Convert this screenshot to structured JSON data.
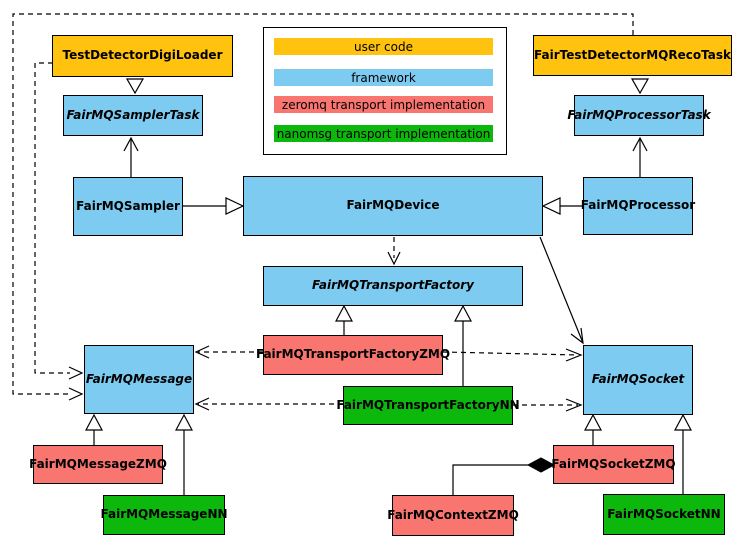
{
  "legend": {
    "items": [
      {
        "label": "user code",
        "color": "#FFC20E"
      },
      {
        "label": "framework",
        "color": "#7DCBF1"
      },
      {
        "label": "zeromq transport implementation",
        "color": "#F97570"
      },
      {
        "label": "nanomsg transport implementation",
        "color": "#0DB80D"
      }
    ]
  },
  "colors": {
    "user_code": "#FFC20E",
    "framework": "#7DCBF1",
    "zeromq": "#F97570",
    "nanomsg": "#0DB80D",
    "border": "#000000",
    "background": "#FFFFFF"
  },
  "nodes": {
    "testDetectorDigiLoader": {
      "label": "TestDetectorDigiLoader",
      "category": "user code"
    },
    "fairTestDetectorMQRecoTask": {
      "label": "FairTestDetectorMQRecoTask",
      "category": "user code"
    },
    "fairMQSamplerTask": {
      "label": "FairMQSamplerTask",
      "category": "framework",
      "abstract": true
    },
    "fairMQProcessorTask": {
      "label": "FairMQProcessorTask",
      "category": "framework",
      "abstract": true
    },
    "fairMQSampler": {
      "label": "FairMQSampler",
      "category": "framework"
    },
    "fairMQDevice": {
      "label": "FairMQDevice",
      "category": "framework"
    },
    "fairMQProcessor": {
      "label": "FairMQProcessor",
      "category": "framework"
    },
    "fairMQTransportFactory": {
      "label": "FairMQTransportFactory",
      "category": "framework",
      "abstract": true
    },
    "fairMQTransportFactoryZMQ": {
      "label": "FairMQTransportFactoryZMQ",
      "category": "zeromq"
    },
    "fairMQTransportFactoryNN": {
      "label": "FairMQTransportFactoryNN",
      "category": "nanomsg"
    },
    "fairMQMessage": {
      "label": "FairMQMessage",
      "category": "framework",
      "abstract": true
    },
    "fairMQSocket": {
      "label": "FairMQSocket",
      "category": "framework",
      "abstract": true
    },
    "fairMQMessageZMQ": {
      "label": "FairMQMessageZMQ",
      "category": "zeromq"
    },
    "fairMQMessageNN": {
      "label": "FairMQMessageNN",
      "category": "nanomsg"
    },
    "fairMQContextZMQ": {
      "label": "FairMQContextZMQ",
      "category": "zeromq"
    },
    "fairMQSocketZMQ": {
      "label": "FairMQSocketZMQ",
      "category": "zeromq"
    },
    "fairMQSocketNN": {
      "label": "FairMQSocketNN",
      "category": "nanomsg"
    }
  },
  "edges": [
    {
      "from": "TestDetectorDigiLoader",
      "to": "FairMQSamplerTask",
      "type": "inheritance"
    },
    {
      "from": "FairTestDetectorMQRecoTask",
      "to": "FairMQProcessorTask",
      "type": "inheritance"
    },
    {
      "from": "FairMQSampler",
      "to": "FairMQDevice",
      "type": "inheritance"
    },
    {
      "from": "FairMQProcessor",
      "to": "FairMQDevice",
      "type": "inheritance"
    },
    {
      "from": "FairMQSampler",
      "to": "FairMQSamplerTask",
      "type": "association"
    },
    {
      "from": "FairMQProcessor",
      "to": "FairMQProcessorTask",
      "type": "association"
    },
    {
      "from": "FairMQDevice",
      "to": "FairMQTransportFactory",
      "type": "dependency"
    },
    {
      "from": "FairMQDevice",
      "to": "FairMQSocket",
      "type": "association"
    },
    {
      "from": "FairMQTransportFactoryZMQ",
      "to": "FairMQTransportFactory",
      "type": "inheritance"
    },
    {
      "from": "FairMQTransportFactoryNN",
      "to": "FairMQTransportFactory",
      "type": "inheritance"
    },
    {
      "from": "FairMQTransportFactoryZMQ",
      "to": "FairMQMessage",
      "type": "dependency"
    },
    {
      "from": "FairMQTransportFactoryZMQ",
      "to": "FairMQSocket",
      "type": "dependency"
    },
    {
      "from": "FairMQTransportFactoryNN",
      "to": "FairMQMessage",
      "type": "dependency"
    },
    {
      "from": "FairMQTransportFactoryNN",
      "to": "FairMQSocket",
      "type": "dependency"
    },
    {
      "from": "TestDetectorDigiLoader",
      "to": "FairMQMessage",
      "type": "dependency"
    },
    {
      "from": "FairTestDetectorMQRecoTask",
      "to": "FairMQMessage",
      "type": "dependency"
    },
    {
      "from": "FairMQMessageZMQ",
      "to": "FairMQMessage",
      "type": "inheritance"
    },
    {
      "from": "FairMQMessageNN",
      "to": "FairMQMessage",
      "type": "inheritance"
    },
    {
      "from": "FairMQSocketZMQ",
      "to": "FairMQSocket",
      "type": "inheritance"
    },
    {
      "from": "FairMQSocketNN",
      "to": "FairMQSocket",
      "type": "inheritance"
    },
    {
      "from": "FairMQSocketZMQ",
      "to": "FairMQContextZMQ",
      "type": "composition"
    }
  ]
}
